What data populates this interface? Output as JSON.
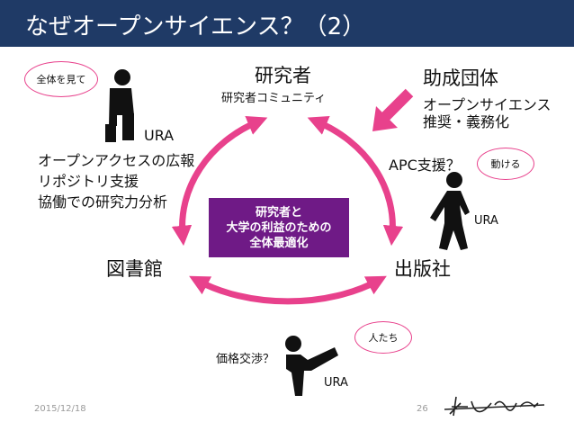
{
  "slide": {
    "title": "なぜオープンサイエンス？（2）",
    "nodes": {
      "researcher": {
        "label": "研究者",
        "sub": "研究者コミュニティ"
      },
      "library": {
        "label": "図書館"
      },
      "publisher": {
        "label": "出版社"
      }
    },
    "funder": {
      "label": "助成団体",
      "line1": "オープンサイエンス",
      "line2": "推奨・義務化"
    },
    "center": {
      "line1": "研究者と",
      "line2": "大学の利益のための",
      "line3": "全体最適化"
    },
    "ura_top": {
      "label": "URA",
      "bubble": "全体を見て",
      "roles": [
        "オープンアクセスの広報",
        "リポジトリ支援",
        "協働での研究力分析"
      ]
    },
    "ura_right": {
      "label": "URA",
      "bubble": "動ける",
      "note": "APC支援？"
    },
    "ura_bottom": {
      "label": "URA",
      "bubble": "人たち",
      "note": "価格交渉？"
    },
    "footer": {
      "date": "2015/12/18",
      "page": "26"
    },
    "colors": {
      "title_bg": "#1f3a66",
      "accent": "#e8418c",
      "center_box": "#6f1a86"
    }
  }
}
